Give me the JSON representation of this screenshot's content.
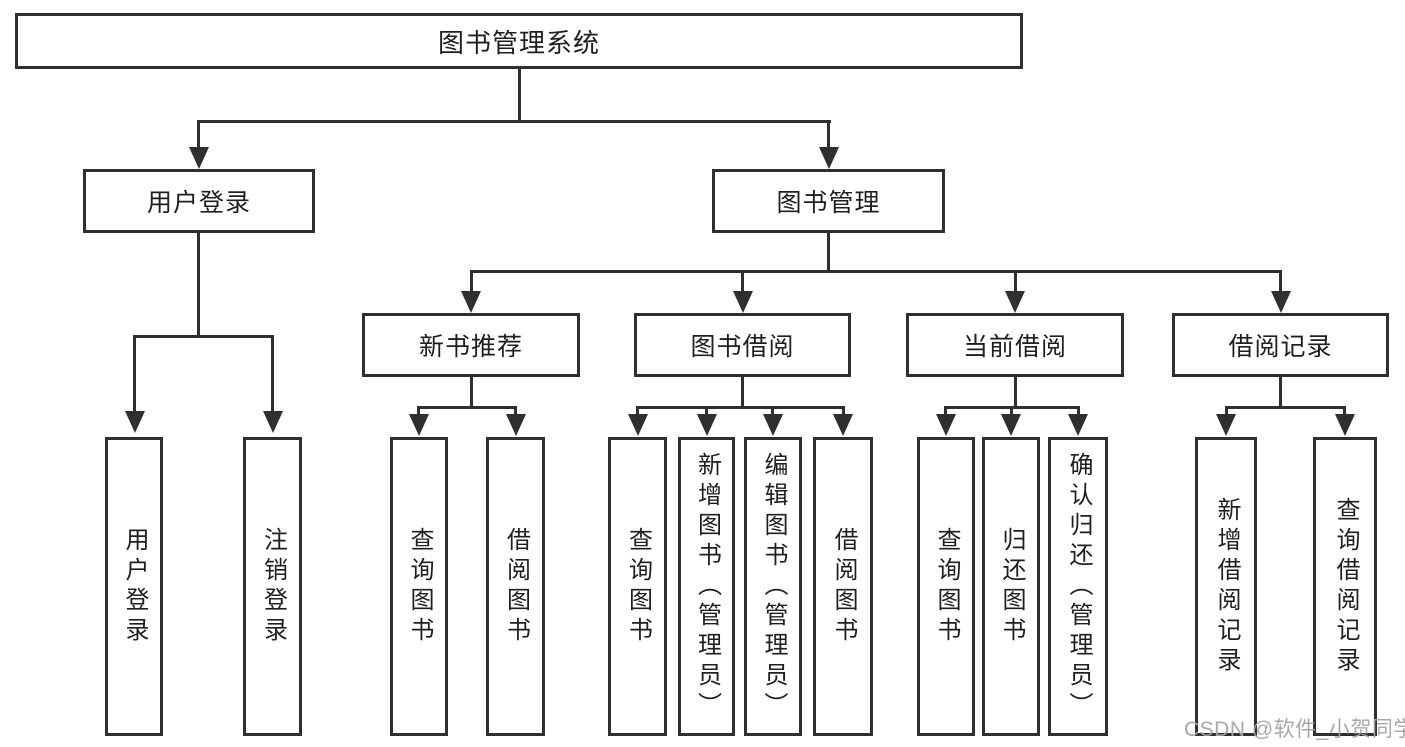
{
  "diagram": {
    "title": "图书管理系统",
    "root": "图书管理系统",
    "level2": [
      {
        "label": "用户登录"
      },
      {
        "label": "图书管理"
      }
    ],
    "level3": [
      {
        "label": "新书推荐"
      },
      {
        "label": "图书借阅"
      },
      {
        "label": "当前借阅"
      },
      {
        "label": "借阅记录"
      }
    ],
    "leaves": {
      "userLogin": [
        "用户登录",
        "注销登录"
      ],
      "newRec": [
        "查询图书",
        "借阅图书"
      ],
      "bookBorrow": [
        "查询图书",
        "新增图书（管理员）",
        "编辑图书（管理员）",
        "借阅图书"
      ],
      "currentBorrow": [
        "查询图书",
        "归还图书",
        "确认归还（管理员）"
      ],
      "borrowRecords": [
        "新增借阅记录",
        "查询借阅记录"
      ]
    }
  },
  "watermark": "CSDN @软件_小贺同学",
  "colors": {
    "line": "#2f2f2f",
    "text": "#1f1f1f",
    "background": "#ffffff",
    "watermark": "#a3a3a3"
  }
}
